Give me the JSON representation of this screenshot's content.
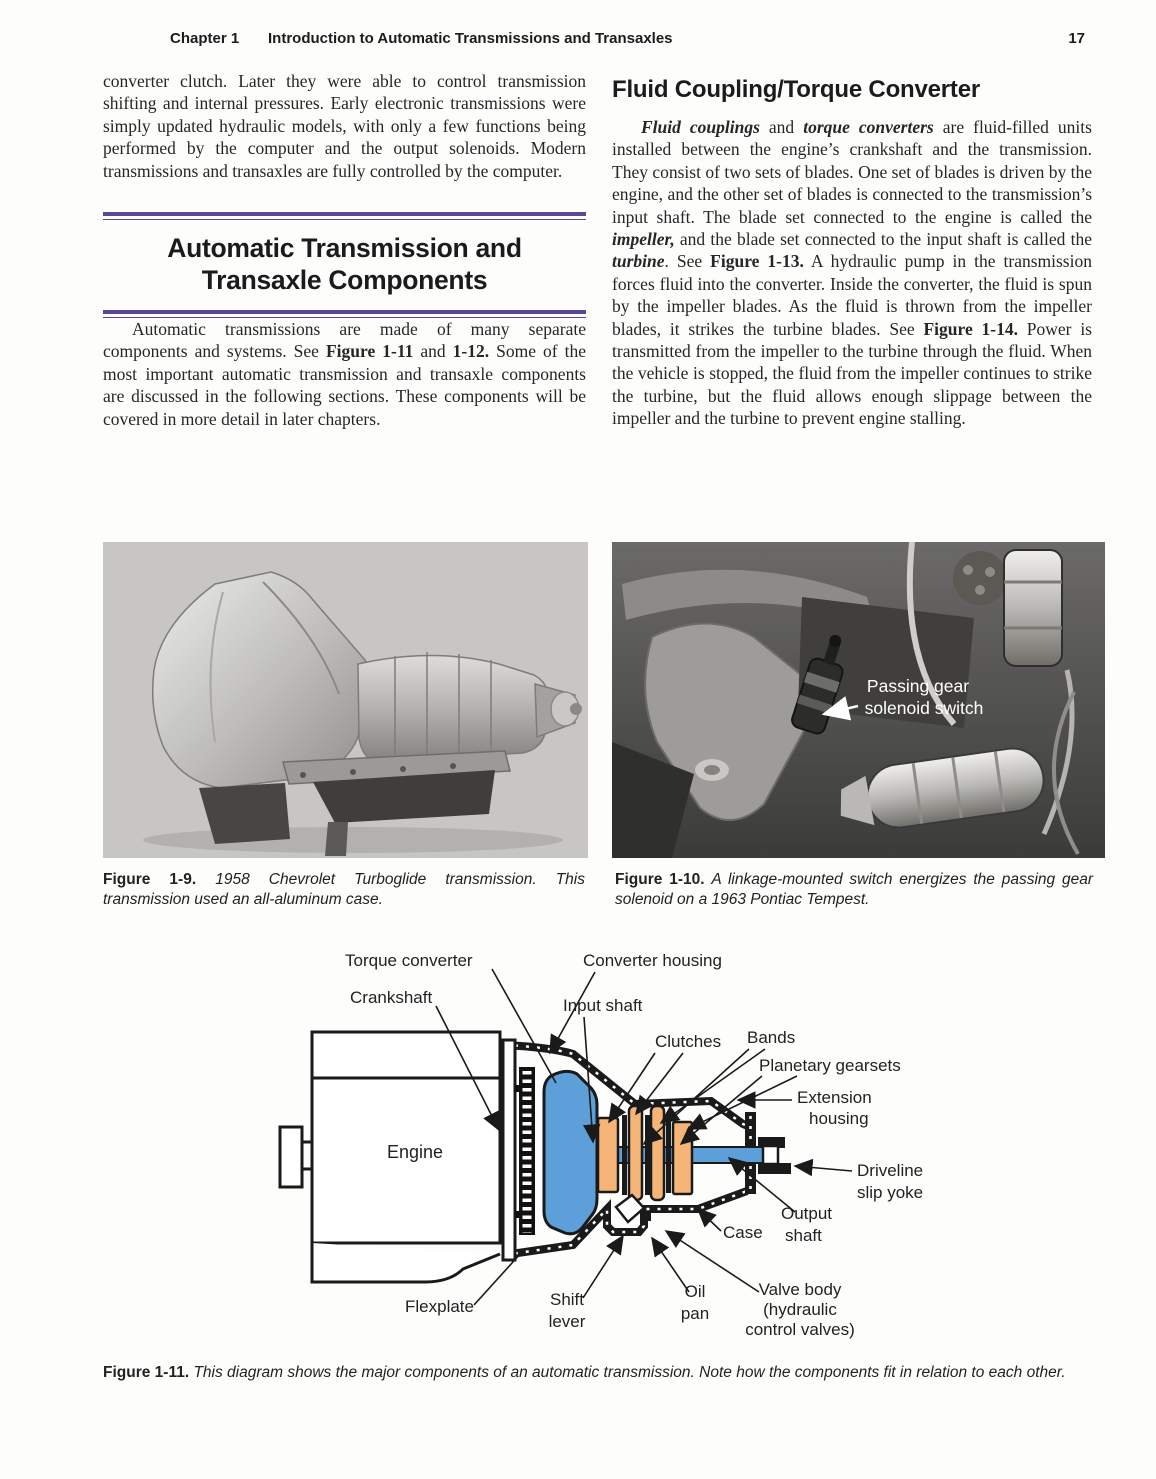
{
  "header": {
    "chapter": "Chapter 1",
    "title": "Introduction to Automatic Transmissions and Transaxles",
    "page_number": "17"
  },
  "left_column": {
    "para1_segments": [
      {
        "t": "converter clutch. Later they were able to control transmission shifting and internal pressures. Early electronic transmissions were simply updated hydraulic models, with only a few functions being performed by the computer and the output solenoids. Modern transmissions and transaxles are fully controlled by the computer."
      }
    ],
    "section_heading_line1": "Automatic Transmission and",
    "section_heading_line2": "Transaxle Components",
    "para2_segments": [
      {
        "t": "Automatic transmissions are made of many separate components and systems. See "
      },
      {
        "t": "Figure 1-11",
        "b": true
      },
      {
        "t": " and "
      },
      {
        "t": "1-12.",
        "b": true
      },
      {
        "t": " Some of the most important automatic transmission and transaxle components are discussed in the following sections. These components will be covered in more detail in later chapters."
      }
    ]
  },
  "right_column": {
    "heading": "Fluid Coupling/Torque Converter",
    "para_segments": [
      {
        "t": "Fluid couplings",
        "b": true,
        "i": true
      },
      {
        "t": " and "
      },
      {
        "t": "torque converters",
        "b": true,
        "i": true
      },
      {
        "t": " are fluid-filled units installed between the engine’s crankshaft and the transmission. They consist of two sets of blades. One set of blades is driven by the engine, and the other set of blades is connected to the transmission’s input shaft. The blade set connected to the engine is called the "
      },
      {
        "t": "impeller,",
        "b": true,
        "i": true
      },
      {
        "t": " and the blade set connected to the input shaft is called the "
      },
      {
        "t": "turbine",
        "b": true,
        "i": true
      },
      {
        "t": ". See "
      },
      {
        "t": "Figure 1-13.",
        "b": true
      },
      {
        "t": " A hydraulic pump in the transmission forces fluid into the converter. Inside the converter, the fluid is spun by the impeller blades. As the fluid is thrown from the impeller blades, it strikes the turbine blades. See "
      },
      {
        "t": "Figure 1-14.",
        "b": true
      },
      {
        "t": " Power is transmitted from the impeller to the turbine through the fluid. When the vehicle is stopped, the fluid from the impeller continues to strike the turbine, but the fluid allows enough slippage between the impeller and the turbine to prevent engine stalling."
      }
    ]
  },
  "figure_1_9": {
    "label": "Figure 1-9.",
    "caption": "1958 Chevrolet Turboglide transmission. This transmission used an all-aluminum case."
  },
  "figure_1_10": {
    "label": "Figure 1-10.",
    "caption": "A linkage-mounted switch energizes the passing gear solenoid on a 1963 Pontiac Tempest.",
    "photo_annotation": [
      "Passing gear",
      "solenoid switch"
    ]
  },
  "figure_1_11": {
    "label": "Figure 1-11.",
    "caption": "This diagram shows the major components of an automatic transmission. Note how the components fit in relation to each other.",
    "labels": {
      "torque_converter": "Torque converter",
      "converter_housing": "Converter housing",
      "crankshaft": "Crankshaft",
      "input_shaft": "Input shaft",
      "engine": "Engine",
      "clutches": "Clutches",
      "bands": "Bands",
      "planetary_gearsets": "Planetary gearsets",
      "extension_housing": [
        "Extension",
        "housing"
      ],
      "driveline_slip_yoke": [
        "Driveline",
        "slip yoke"
      ],
      "output_shaft": [
        "Output",
        "shaft"
      ],
      "case_label": "Case",
      "valve_body": [
        "Valve body",
        "(hydraulic",
        "control valves)"
      ],
      "oil_pan": [
        "Oil",
        "pan"
      ],
      "shift_lever": [
        "Shift",
        "lever"
      ],
      "flexplate": "Flexplate"
    }
  },
  "colors": {
    "accent_rule_purple": "#5a4796",
    "diagram_blue": "#5d9fd8",
    "diagram_orange": "#f5b577"
  }
}
